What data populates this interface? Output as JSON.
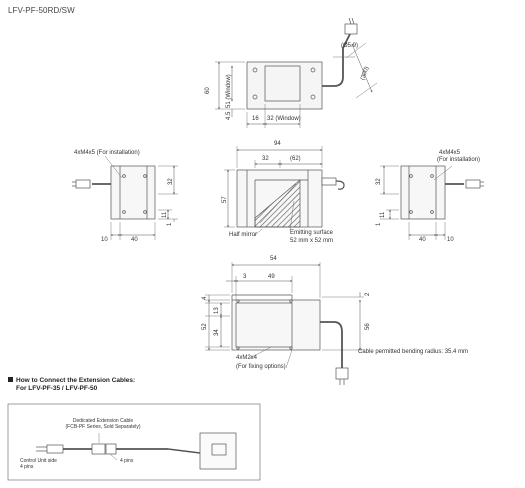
{
  "title": "LFV-PF-50RD/SW",
  "top_view": {
    "dims": {
      "height": "60",
      "window_height": "51 (Window)",
      "offset": "4.5",
      "left": "16",
      "window_width": "32 (Window)",
      "cable_dia": "(Ø5.9)",
      "cable_len": "(300)"
    }
  },
  "left_view": {
    "label": "4xM4x5 (For installation)",
    "dims": {
      "w1": "10",
      "w2": "40",
      "h1": "32",
      "h2": "11",
      "h3": "1"
    }
  },
  "center_view": {
    "dims": {
      "width": "94",
      "d1": "32",
      "d2": "(62)",
      "height": "57"
    },
    "half_mirror": "Half mirror",
    "emitting_surface": "Emitting surface",
    "emitting_size": "52 mm x 52 mm"
  },
  "right_view": {
    "label_line1": "4xM4x5",
    "label_line2": "(For installation)",
    "dims": {
      "w1": "40",
      "w2": "10",
      "h1": "32",
      "h2": "11",
      "h3": "1"
    }
  },
  "bottom_view": {
    "dims": {
      "width": "54",
      "inner": "49",
      "offset": "3",
      "top_h": "4",
      "h13": "13",
      "h52": "52",
      "h34": "34",
      "right_h": "56",
      "right_top": "2"
    },
    "screw_label": "4xM2x4",
    "screw_sub": "(For fixing options)",
    "bending": "Cable permitted bending radius: 35.4 mm"
  },
  "extension": {
    "heading_line1": "How to Connect the Extension Cables:",
    "heading_line2": "For LFV-PF-35 / LFV-PF-50",
    "cable_line1": "Dedicated Extension Cable",
    "cable_line2": "(FCB-PF Series, Sold Separately)",
    "control_line1": "Control Unit side",
    "control_line2": "4 pins",
    "pins": "4 pins"
  }
}
